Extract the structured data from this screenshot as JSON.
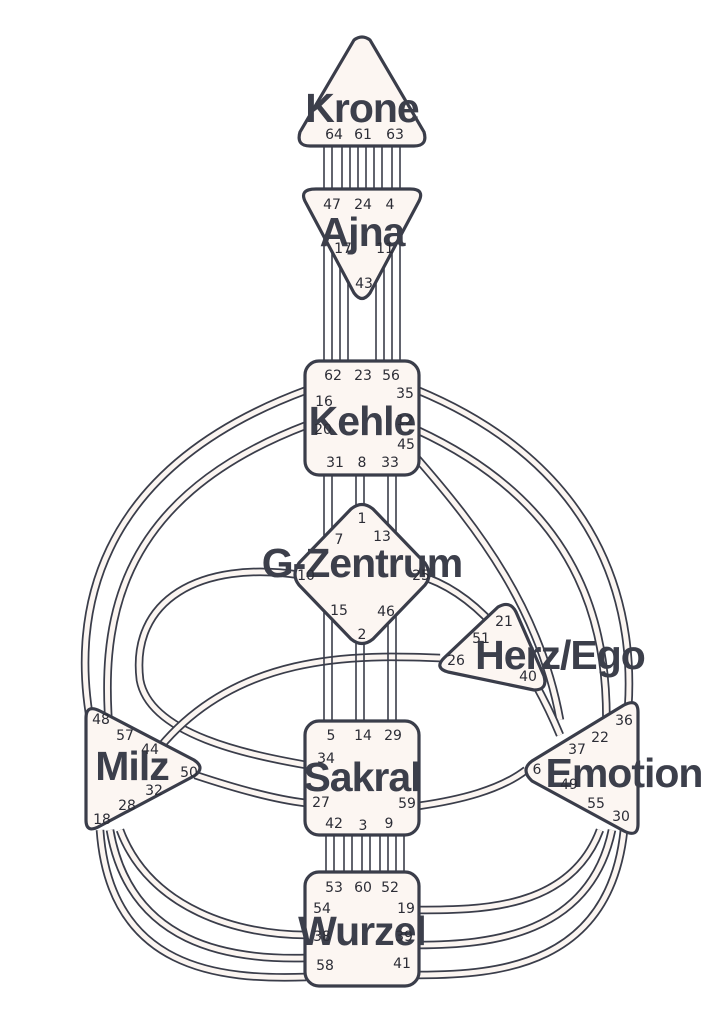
{
  "centres": {
    "head": {
      "label": "Krone",
      "gates": [
        "64",
        "61",
        "63"
      ]
    },
    "ajna": {
      "label": "Ajna",
      "gates": [
        "47",
        "24",
        "4",
        "17",
        "11",
        "43"
      ]
    },
    "throat": {
      "label": "Kehle",
      "gates": [
        "62",
        "23",
        "56",
        "16",
        "35",
        "20",
        "12",
        "45",
        "31",
        "8",
        "33"
      ]
    },
    "g": {
      "label": "G-Zentrum",
      "gates": [
        "1",
        "7",
        "13",
        "10",
        "25",
        "15",
        "46",
        "2"
      ]
    },
    "heart": {
      "label": "Herz/Ego",
      "gates": [
        "21",
        "51",
        "26",
        "40"
      ]
    },
    "spleen": {
      "label": "Milz",
      "gates": [
        "48",
        "57",
        "44",
        "50",
        "32",
        "28",
        "18"
      ]
    },
    "sacral": {
      "label": "Sakral",
      "gates": [
        "5",
        "14",
        "29",
        "34",
        "27",
        "59",
        "42",
        "3",
        "9"
      ]
    },
    "solar": {
      "label": "Emotion",
      "gates": [
        "36",
        "22",
        "37",
        "6",
        "49",
        "55",
        "30"
      ]
    },
    "root": {
      "label": "Wurzel",
      "gates": [
        "53",
        "60",
        "52",
        "54",
        "19",
        "38",
        "39",
        "58",
        "41"
      ]
    }
  },
  "colors": {
    "outline": "#3a3d4a",
    "fill": "#fcf6f2",
    "text": "#3c3f4b"
  }
}
